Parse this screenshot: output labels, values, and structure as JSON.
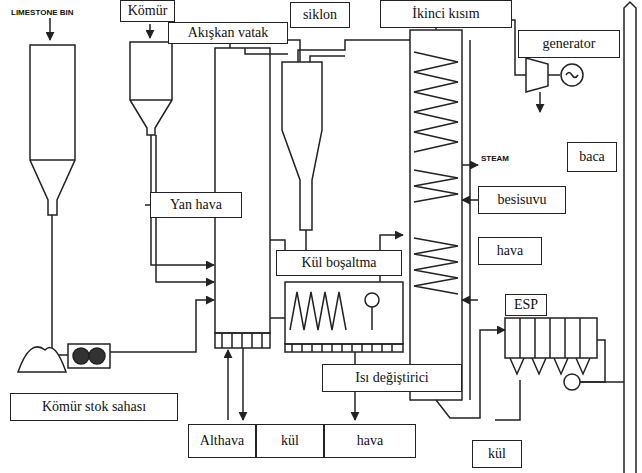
{
  "diagram": {
    "nodes": [
      {
        "text": [
          "Kömür"
        ]
      },
      {
        "text": [
          "siklon"
        ]
      },
      {
        "text": [
          "İkinci kısım"
        ]
      },
      {
        "text": [
          "Akışkan vatak"
        ]
      },
      {
        "text": [
          "generator"
        ]
      },
      {
        "text": [
          "baca"
        ]
      },
      {
        "text": [
          "Yan hava"
        ]
      },
      {
        "text": [
          "besisuvu"
        ]
      },
      {
        "text": [
          "hava"
        ]
      },
      {
        "text": [
          "Kül boşaltma"
        ]
      },
      {
        "text": [
          "ESP"
        ]
      },
      {
        "text": [
          "Isı değiştirici"
        ]
      },
      {
        "text": [
          "Kömür stok sahası"
        ]
      },
      {
        "text": [
          "Althava"
        ]
      },
      {
        "text": [
          "kül"
        ]
      },
      {
        "text": [
          "hava"
        ]
      },
      {
        "text": [
          "kül"
        ]
      }
    ],
    "labels": [
      "LIMESTONE BIN",
      "STEAM"
    ]
  }
}
